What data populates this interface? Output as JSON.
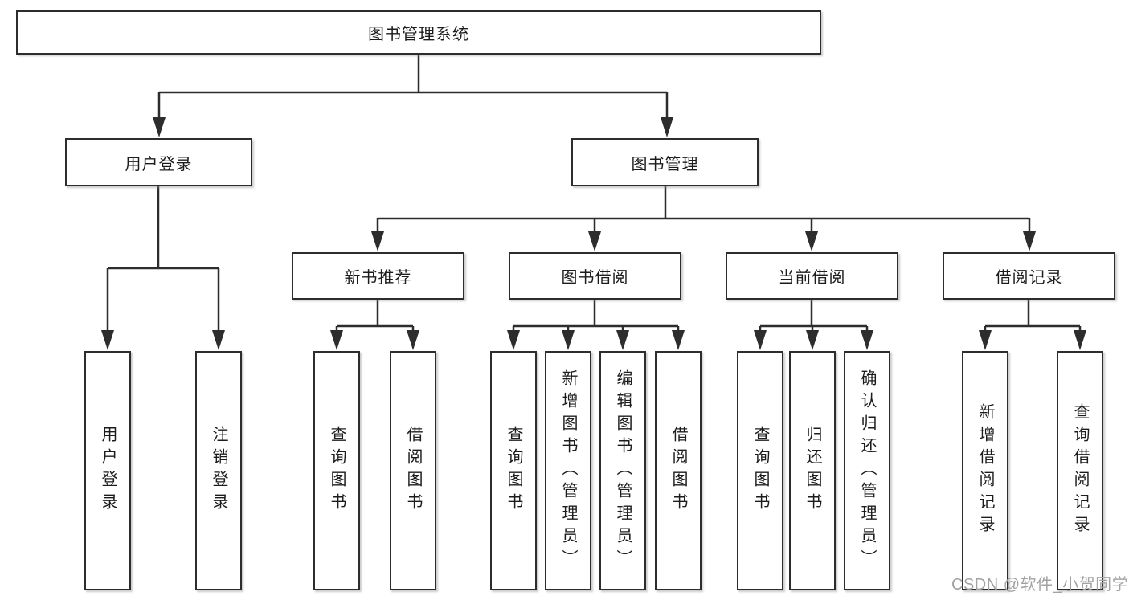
{
  "tree": {
    "root": {
      "label": "图书管理系统"
    },
    "branches": [
      {
        "label": "用户登录",
        "children": [
          {
            "label": "用户登录"
          },
          {
            "label": "注销登录"
          }
        ]
      },
      {
        "label": "图书管理",
        "children": [
          {
            "label": "新书推荐",
            "children": [
              {
                "label": "查询图书"
              },
              {
                "label": "借阅图书"
              }
            ]
          },
          {
            "label": "图书借阅",
            "children": [
              {
                "label": "查询图书"
              },
              {
                "label": "新增图书（管理员）"
              },
              {
                "label": "编辑图书（管理员）"
              },
              {
                "label": "借阅图书"
              }
            ]
          },
          {
            "label": "当前借阅",
            "children": [
              {
                "label": "查询图书"
              },
              {
                "label": "归还图书"
              },
              {
                "label": "确认归还（管理员）"
              }
            ]
          },
          {
            "label": "借阅记录",
            "children": [
              {
                "label": "新增借阅记录"
              },
              {
                "label": "查询借阅记录"
              }
            ]
          }
        ]
      }
    ]
  },
  "watermark": "CSDN @软件_小贺同学",
  "colors": {
    "line": "#2d2d2d",
    "box_fill": "#ffffff",
    "text": "#1c1c1c",
    "watermark": "#a3a3a3"
  }
}
